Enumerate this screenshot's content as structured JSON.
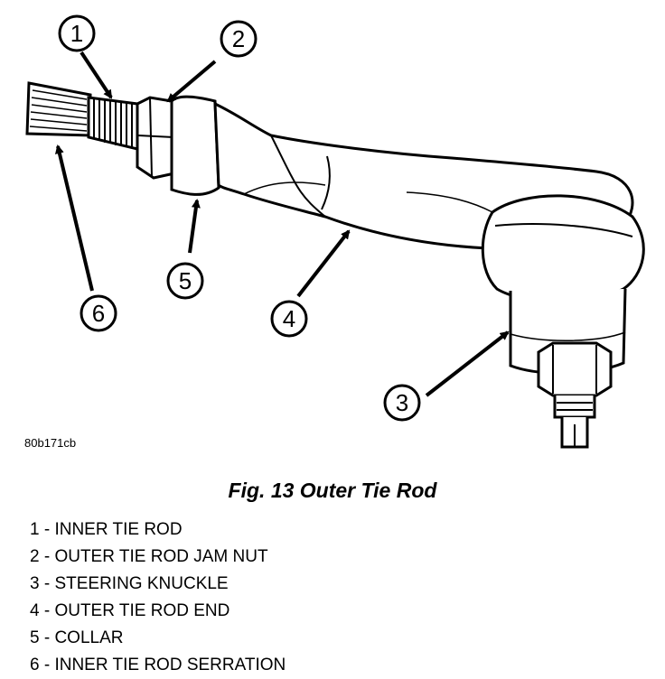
{
  "figure": {
    "code": "80b171cb",
    "title": "Fig. 13 Outer Tie Rod"
  },
  "callouts": [
    {
      "number": "1"
    },
    {
      "number": "2"
    },
    {
      "number": "3"
    },
    {
      "number": "4"
    },
    {
      "number": "5"
    },
    {
      "number": "6"
    }
  ],
  "legend": [
    {
      "number": "1",
      "label": "INNER TIE ROD",
      "text": "1 - INNER TIE ROD"
    },
    {
      "number": "2",
      "label": "OUTER TIE ROD JAM NUT",
      "text": "2 - OUTER TIE ROD JAM NUT"
    },
    {
      "number": "3",
      "label": "STEERING KNUCKLE",
      "text": "3 - STEERING KNUCKLE"
    },
    {
      "number": "4",
      "label": "OUTER TIE ROD END",
      "text": "4 - OUTER TIE ROD END"
    },
    {
      "number": "5",
      "label": "COLLAR",
      "text": "5 - COLLAR"
    },
    {
      "number": "6",
      "label": "INNER TIE ROD SERRATION",
      "text": "6 - INNER TIE ROD SERRATION"
    }
  ]
}
